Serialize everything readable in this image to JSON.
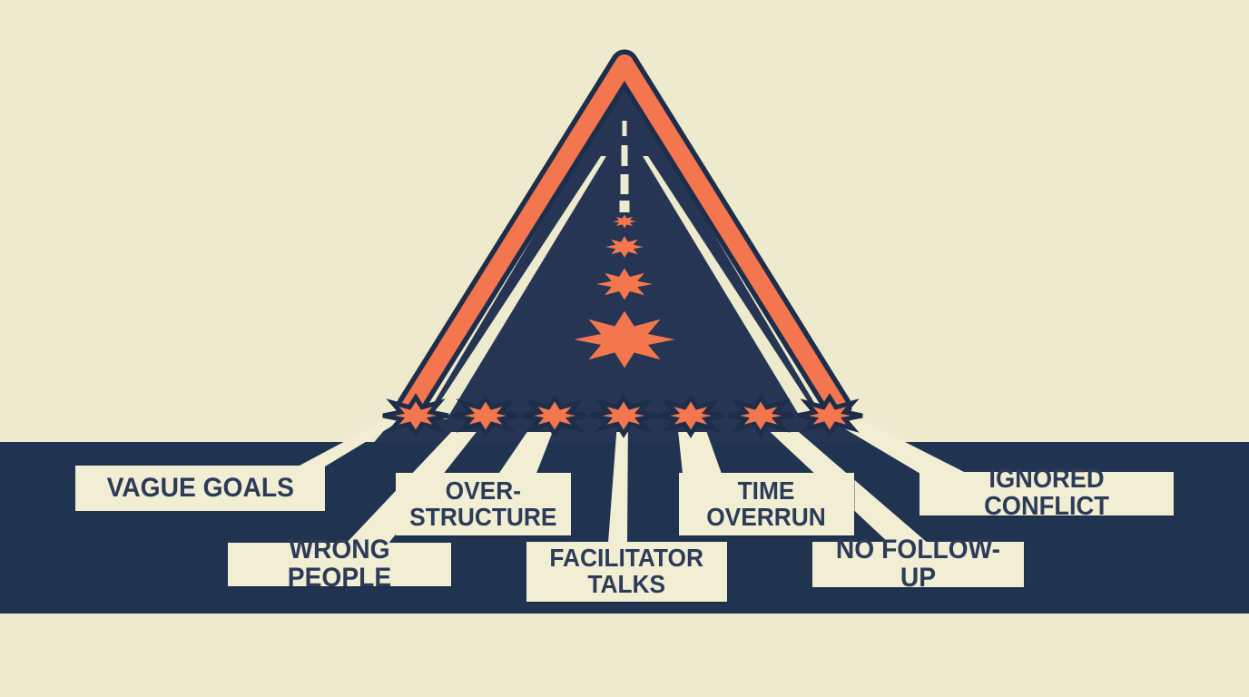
{
  "palette": {
    "background": "#edeacd",
    "navy_triangle": "#253553",
    "navy_band": "#203350",
    "orange_accent": "#f3764f",
    "callout_fill": "#f1eed3",
    "text_color": "#2b3b59"
  },
  "diagram": {
    "theme": "warning-triangle road with hazard starbursts",
    "hazard_row_count": 7,
    "road_starburst_count": 4,
    "labels": [
      {
        "id": "vague-goals",
        "text": "VAGUE GOALS"
      },
      {
        "id": "wrong-people",
        "text": "WRONG PEOPLE"
      },
      {
        "id": "over-structure",
        "text": "OVER-\nSTRUCTURE"
      },
      {
        "id": "facilitator-talks",
        "text": "FACILITATOR\nTALKS"
      },
      {
        "id": "time-overrun",
        "text": "TIME\nOVERRUN"
      },
      {
        "id": "no-follow-up",
        "text": "NO FOLLOW-UP"
      },
      {
        "id": "ignored-conflict",
        "text": "IGNORED CONFLICT"
      }
    ]
  }
}
